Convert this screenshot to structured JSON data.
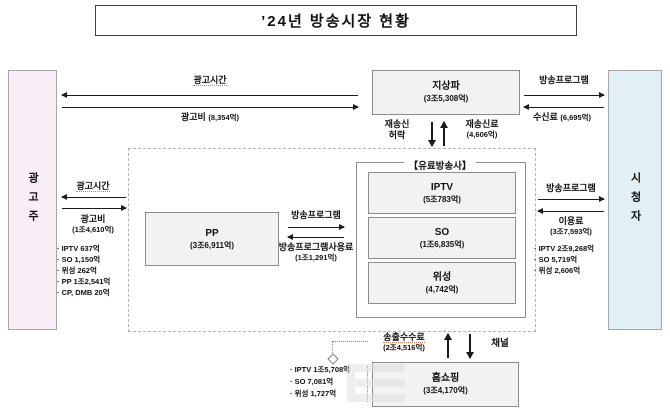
{
  "title": "’24년 방송시장 현황",
  "colors": {
    "advertiser_bg": "#f9eef5",
    "viewer_bg": "#e1f0f4",
    "node_bg": "#f2f2f2"
  },
  "nodes": {
    "advertiser": "광고주",
    "viewer": "시청자",
    "terrestrial": {
      "name": "지상파",
      "value": "(3조5,308억)"
    },
    "paytv_group": "【유료방송사】",
    "iptv": {
      "name": "IPTV",
      "value": "(5조783억)"
    },
    "so": {
      "name": "SO",
      "value": "(1조6,835억)"
    },
    "satellite": {
      "name": "위성",
      "value": "(4,742억)"
    },
    "pp": {
      "name": "PP",
      "value": "(3조6,911억)"
    },
    "homeshopping": {
      "name": "홈쇼핑",
      "value": "(3조4,170억)"
    }
  },
  "flows": {
    "ad_terr": {
      "time": "광고시간",
      "fee": "광고비",
      "fee_value": "(8,354억)"
    },
    "terr_viewer": {
      "program": "방송프로그램",
      "fee": "수신료",
      "fee_value": "(6,695억)"
    },
    "retrans": {
      "down1": "재송신",
      "down2": "허락",
      "up": "재송신료",
      "up_value": "(4,606억)"
    },
    "ad_paytv": {
      "time": "광고시간",
      "fee": "광고비",
      "fee_value": "(1조4,610억)",
      "breakdown": [
        "· IPTV 637억",
        "· SO 1,150억",
        "· 위성 262억",
        "· PP 1조2,541억",
        "· CP, DMB 20억"
      ]
    },
    "paytv_viewer": {
      "program": "방송프로그램",
      "fee": "이용료",
      "fee_value": "(3조7,593억)",
      "breakdown": [
        "· IPTV 2조9,268억",
        "· SO 5,719억",
        "· 위성 2,606억"
      ]
    },
    "pp_paytv": {
      "program": "방송프로그램",
      "fee": "방송프로그램사용료",
      "fee_value": "(1조1,291억)"
    },
    "home_paytv": {
      "fee": "송출수수료",
      "fee_value": "(2조4,516억)",
      "channel": "채널",
      "breakdown": [
        "· IPTV 1조5,708억",
        "· SO 7,081억",
        "· 위성 1,727억"
      ]
    }
  }
}
